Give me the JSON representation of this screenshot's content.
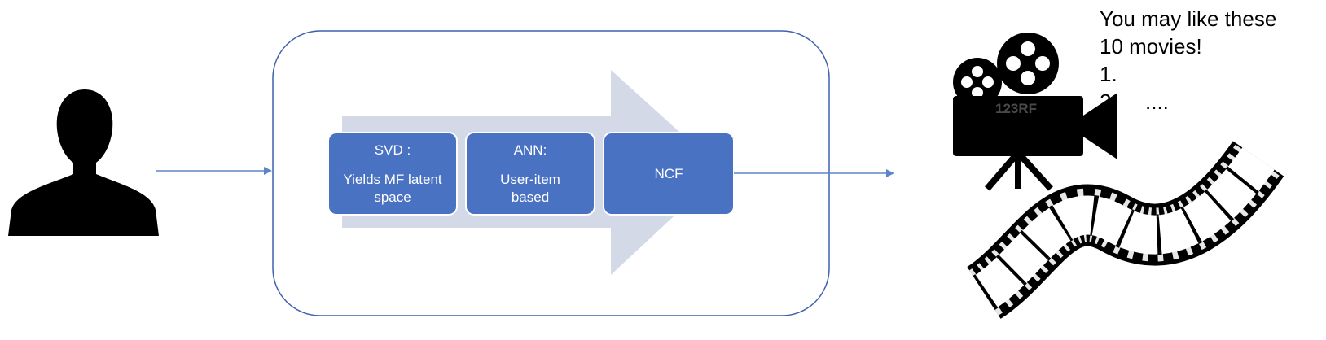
{
  "pipeline": {
    "steps": [
      {
        "title": "SVD :",
        "lines": [
          "Yields MF latent",
          "space"
        ]
      },
      {
        "title": "ANN:",
        "lines": [
          "User-item",
          "based"
        ]
      },
      {
        "title": "NCF",
        "lines": []
      }
    ]
  },
  "recommendation": {
    "heading_line1": "You may like these",
    "heading_line2": "10 movies!",
    "item1_num": "1.",
    "item2_num": "2.",
    "item2_text": "...."
  },
  "watermark": "123RF",
  "colors": {
    "box_fill": "#4a72c2",
    "box_border": "#ffffff",
    "big_arrow": "#d4d9e8",
    "frame_stroke": "#3f62ad",
    "connector": "#5b85c8",
    "silhouette": "#000000"
  },
  "icons": {
    "user": "user-silhouette-icon",
    "camera": "movie-camera-icon",
    "film": "film-strip-icon"
  }
}
